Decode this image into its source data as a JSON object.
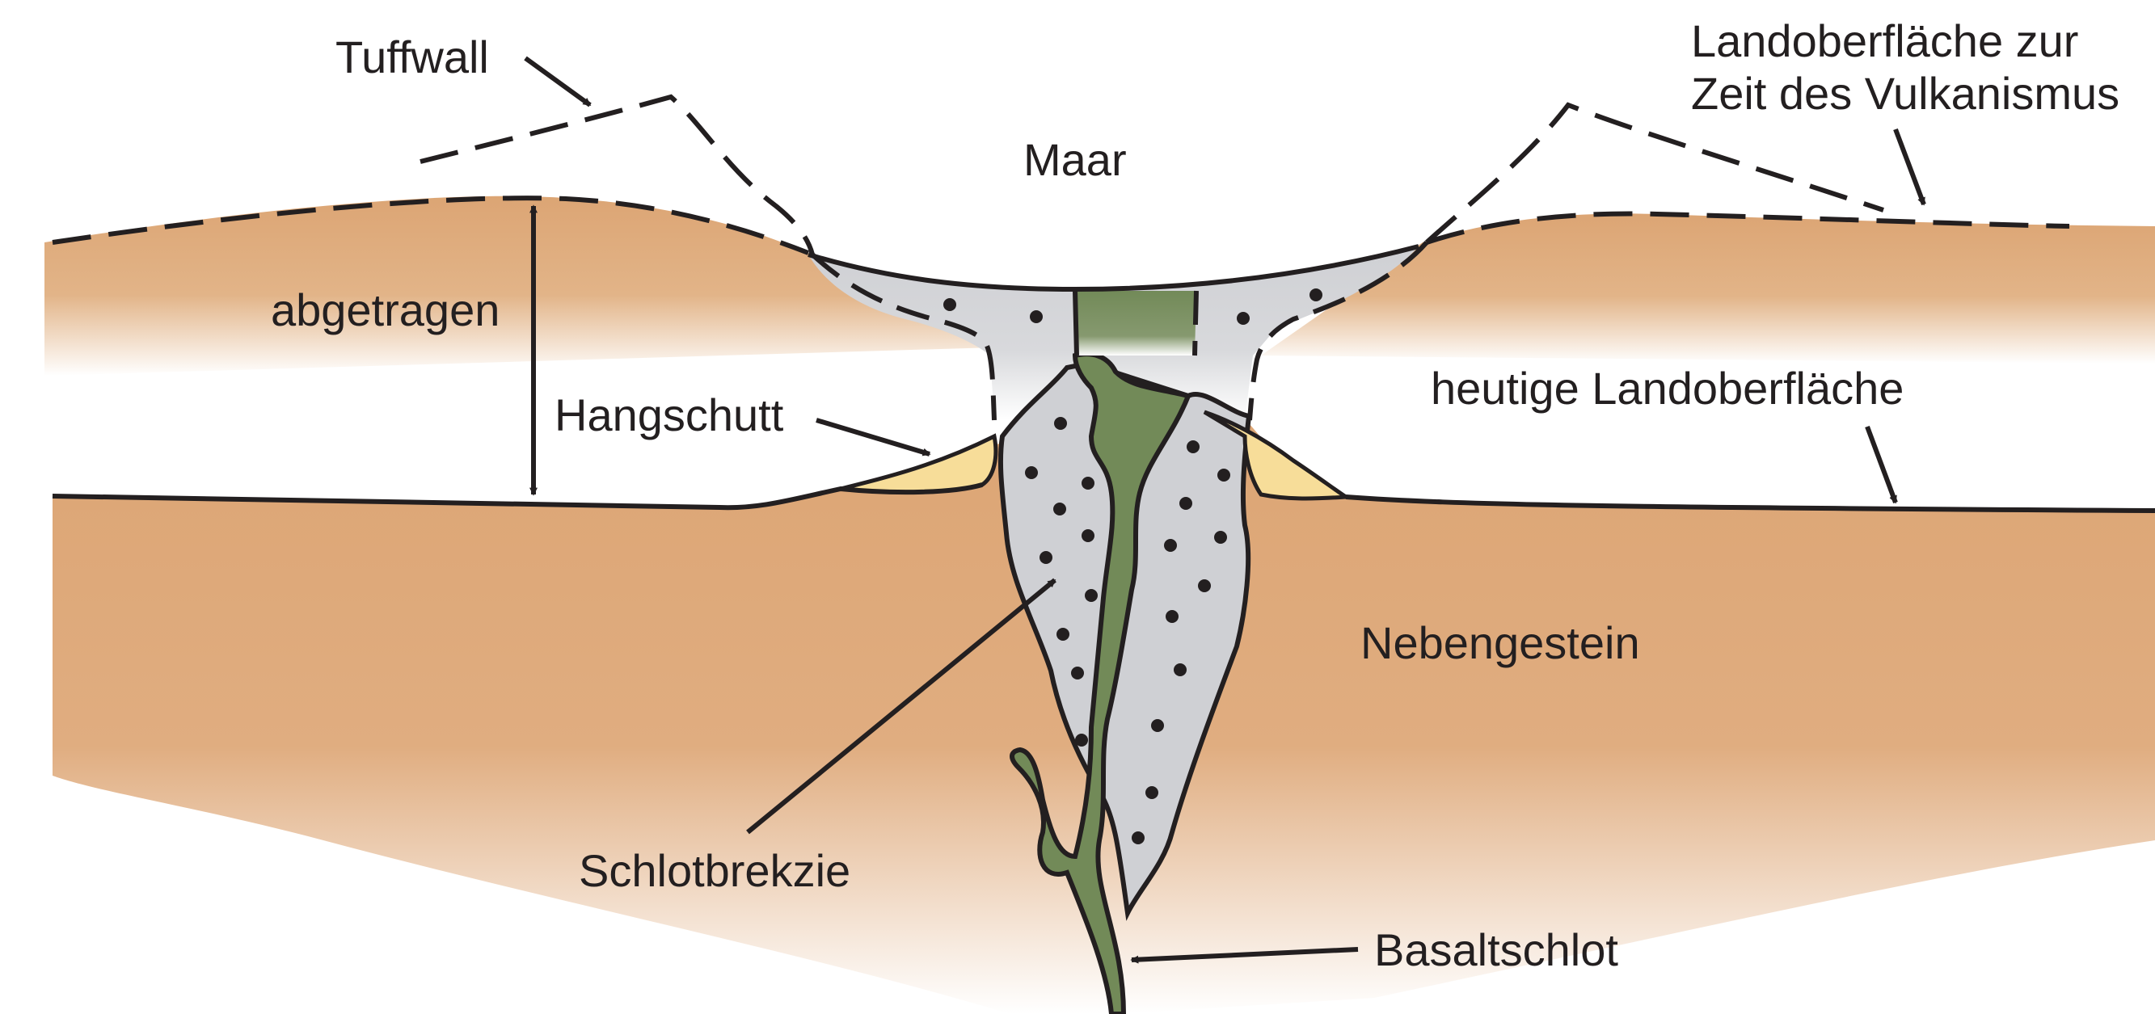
{
  "labels": {
    "tuffwall": "Tuffwall",
    "landoberflaeche_vulkanismus_line1": "Landoberfläche zur",
    "landoberflaeche_vulkanismus_line2": "Zeit des Vulkanismus",
    "maar": "Maar",
    "abgetragen": "abgetragen",
    "hangschutt": "Hangschutt",
    "heutige_landoberflaeche": "heutige Landoberfläche",
    "nebengestein": "Nebengestein",
    "schlotbrekzie": "Schlotbrekzie",
    "basaltschlot": "Basaltschlot"
  },
  "colors": {
    "nebengestein": "#dca574",
    "schlotbrekzie": "#cfd0d4",
    "basaltschlot": "#728a58",
    "hangschutt": "#f7dd99",
    "outline": "#231f20"
  }
}
